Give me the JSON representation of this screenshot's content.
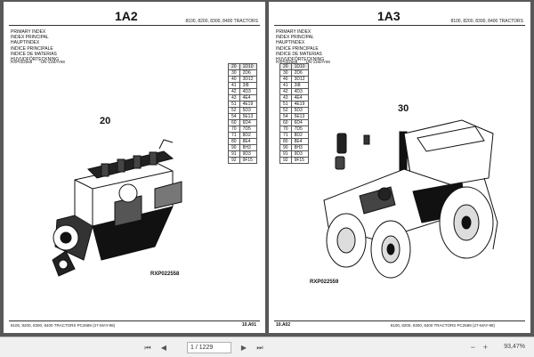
{
  "left_page": {
    "sheet_code": "1A2",
    "models": "8100, 8200, 8300, 8400 TRACTORS",
    "index_titles": [
      "PRIMARY INDEX",
      "INDEX PRINCIPAL",
      "HAUPTINDEX",
      "INDICE PRINCIPALE",
      "INDICE DE MATERIAS",
      "HUVUDFÖRTECKNING"
    ],
    "refs": [
      "RXP022558",
      "-UN-11MAY98"
    ],
    "table": [
      [
        "20",
        "1D10"
      ],
      [
        "30",
        "2D6"
      ],
      [
        "40",
        "3D12"
      ],
      [
        "41",
        "3I8"
      ],
      [
        "42",
        "4D3"
      ],
      [
        "43",
        "4E4"
      ],
      [
        "51",
        "4E19"
      ],
      [
        "52",
        "5D3"
      ],
      [
        "54",
        "5E13"
      ],
      [
        "60",
        "6D4"
      ],
      [
        "70",
        "7D5"
      ],
      [
        "71",
        "8D2"
      ],
      [
        "80",
        "8E4"
      ],
      [
        "90",
        "8H3"
      ],
      [
        "91",
        "9D3"
      ],
      [
        "92",
        "9F15"
      ]
    ],
    "figure_number": "20",
    "figure_ref": "RXP022558",
    "footer": "8100, 8200, 8300, 8400 TRACTORS   PC2589   (27-MAY-98)",
    "page_code": "10.A01"
  },
  "right_page": {
    "sheet_code": "1A3",
    "models": "8100, 8200, 8300, 8400 TRACTORS",
    "index_titles": [
      "PRIMARY INDEX",
      "INDEX PRINCIPAL",
      "HAUPTINDEX",
      "INDICE PRINCIPALE",
      "INDICE DE MATERIAS",
      "HUVUDFÖRTECKNING"
    ],
    "refs": [
      "RXP022559",
      "-UN-11MAY98"
    ],
    "table": [
      [
        "20",
        "1D10"
      ],
      [
        "30",
        "2D6"
      ],
      [
        "40",
        "3D12"
      ],
      [
        "41",
        "3I8"
      ],
      [
        "42",
        "4D3"
      ],
      [
        "43",
        "4E4"
      ],
      [
        "51",
        "4E19"
      ],
      [
        "52",
        "5D3"
      ],
      [
        "54",
        "5E13"
      ],
      [
        "60",
        "6D4"
      ],
      [
        "70",
        "7D5"
      ],
      [
        "71",
        "8D2"
      ],
      [
        "80",
        "8E4"
      ],
      [
        "90",
        "8H3"
      ],
      [
        "91",
        "9D3"
      ],
      [
        "92",
        "9F15"
      ]
    ],
    "figure_number": "30",
    "figure_ref": "RXP022559",
    "footer": "8100, 8200, 8300, 8400 TRACTORS   PC2589   (27-MAY-98)",
    "page_code": "10.A02"
  },
  "toolbar": {
    "page_indicator": "1 / 1229",
    "zoom_level": "93,47%"
  }
}
